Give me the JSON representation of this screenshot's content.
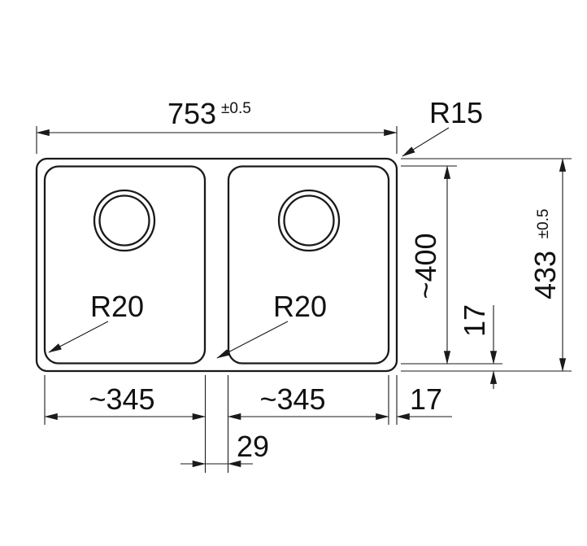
{
  "drawing": {
    "colors": {
      "line": "#1a1a1a",
      "background": "#ffffff"
    },
    "dims": {
      "overall_width": {
        "value": "753",
        "tol": "±0.5"
      },
      "outer_corner_radius": "R15",
      "bowl_length": "~400",
      "rim_offset_vertical": "17",
      "overall_height": {
        "value": "433",
        "tol": "±0.5"
      },
      "left_bowl_width": "~345",
      "right_bowl_width": "~345",
      "rim_offset_horizontal": "17",
      "divider_width": "29",
      "left_bowl_corner_radius": "R20",
      "right_bowl_corner_radius": "R20"
    }
  }
}
